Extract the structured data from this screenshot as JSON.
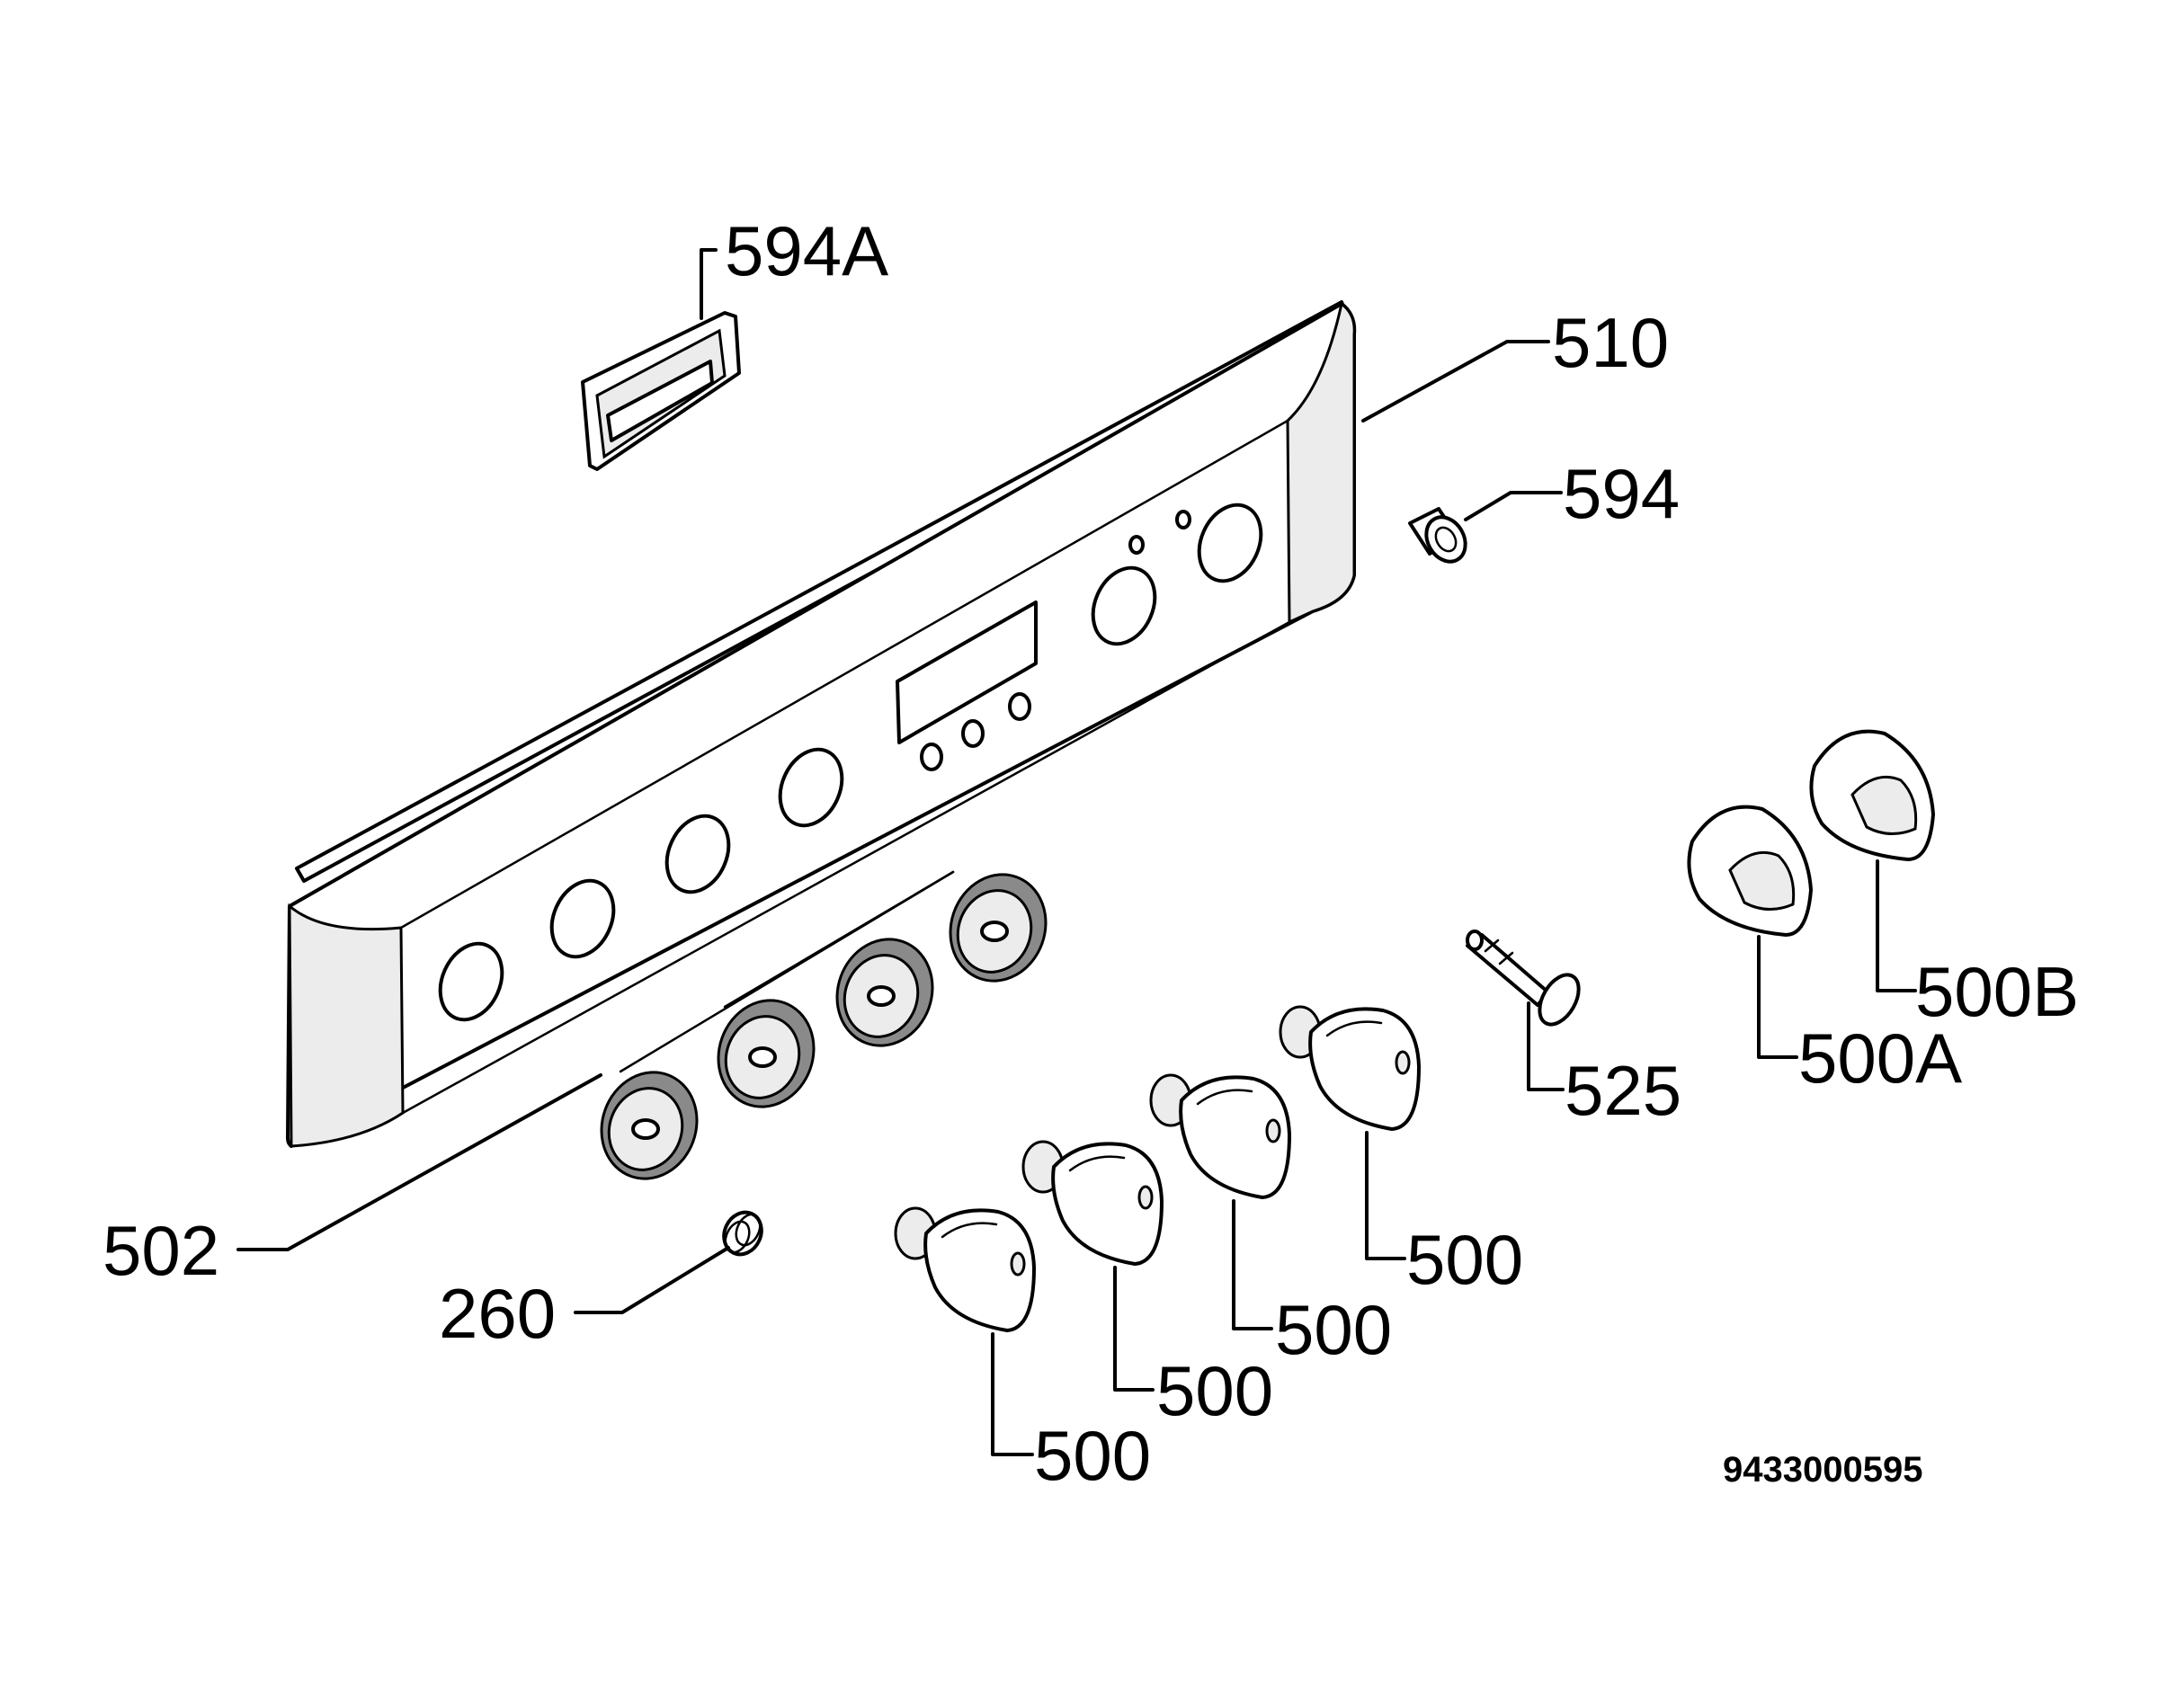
{
  "callouts": {
    "c594a": "594A",
    "c510": "510",
    "c594": "594",
    "c500b": "500B",
    "c500a": "500A",
    "c525": "525",
    "c502": "502",
    "c260": "260",
    "c500_1": "500",
    "c500_2": "500",
    "c500_3": "500",
    "c500_4": "500"
  },
  "document_number": "9433000595"
}
